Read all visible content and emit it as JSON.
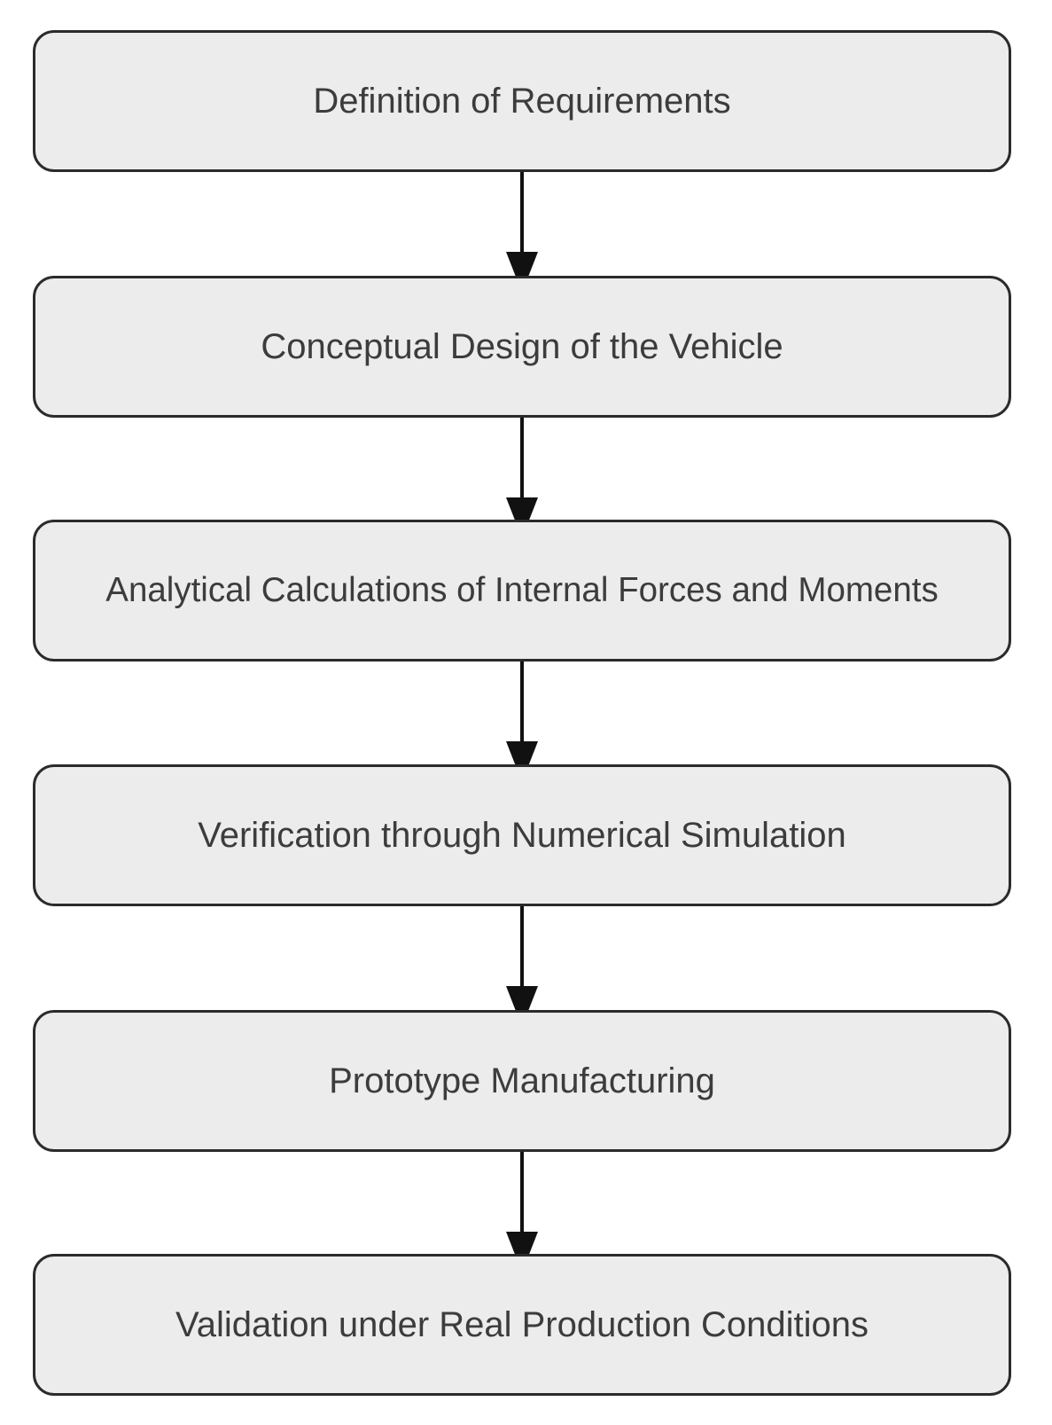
{
  "steps": [
    {
      "label": "Definition of Requirements"
    },
    {
      "label": "Conceptual Design of the Vehicle"
    },
    {
      "label": "Analytical Calculations of Internal Forces and Moments"
    },
    {
      "label": "Verification through Numerical Simulation"
    },
    {
      "label": "Prototype Manufacturing"
    },
    {
      "label": "Validation under Real Production Conditions"
    }
  ],
  "colors": {
    "box_fill": "#ececec",
    "box_border": "#2b2b2b",
    "text": "#3c3c3c",
    "arrow": "#111111"
  }
}
